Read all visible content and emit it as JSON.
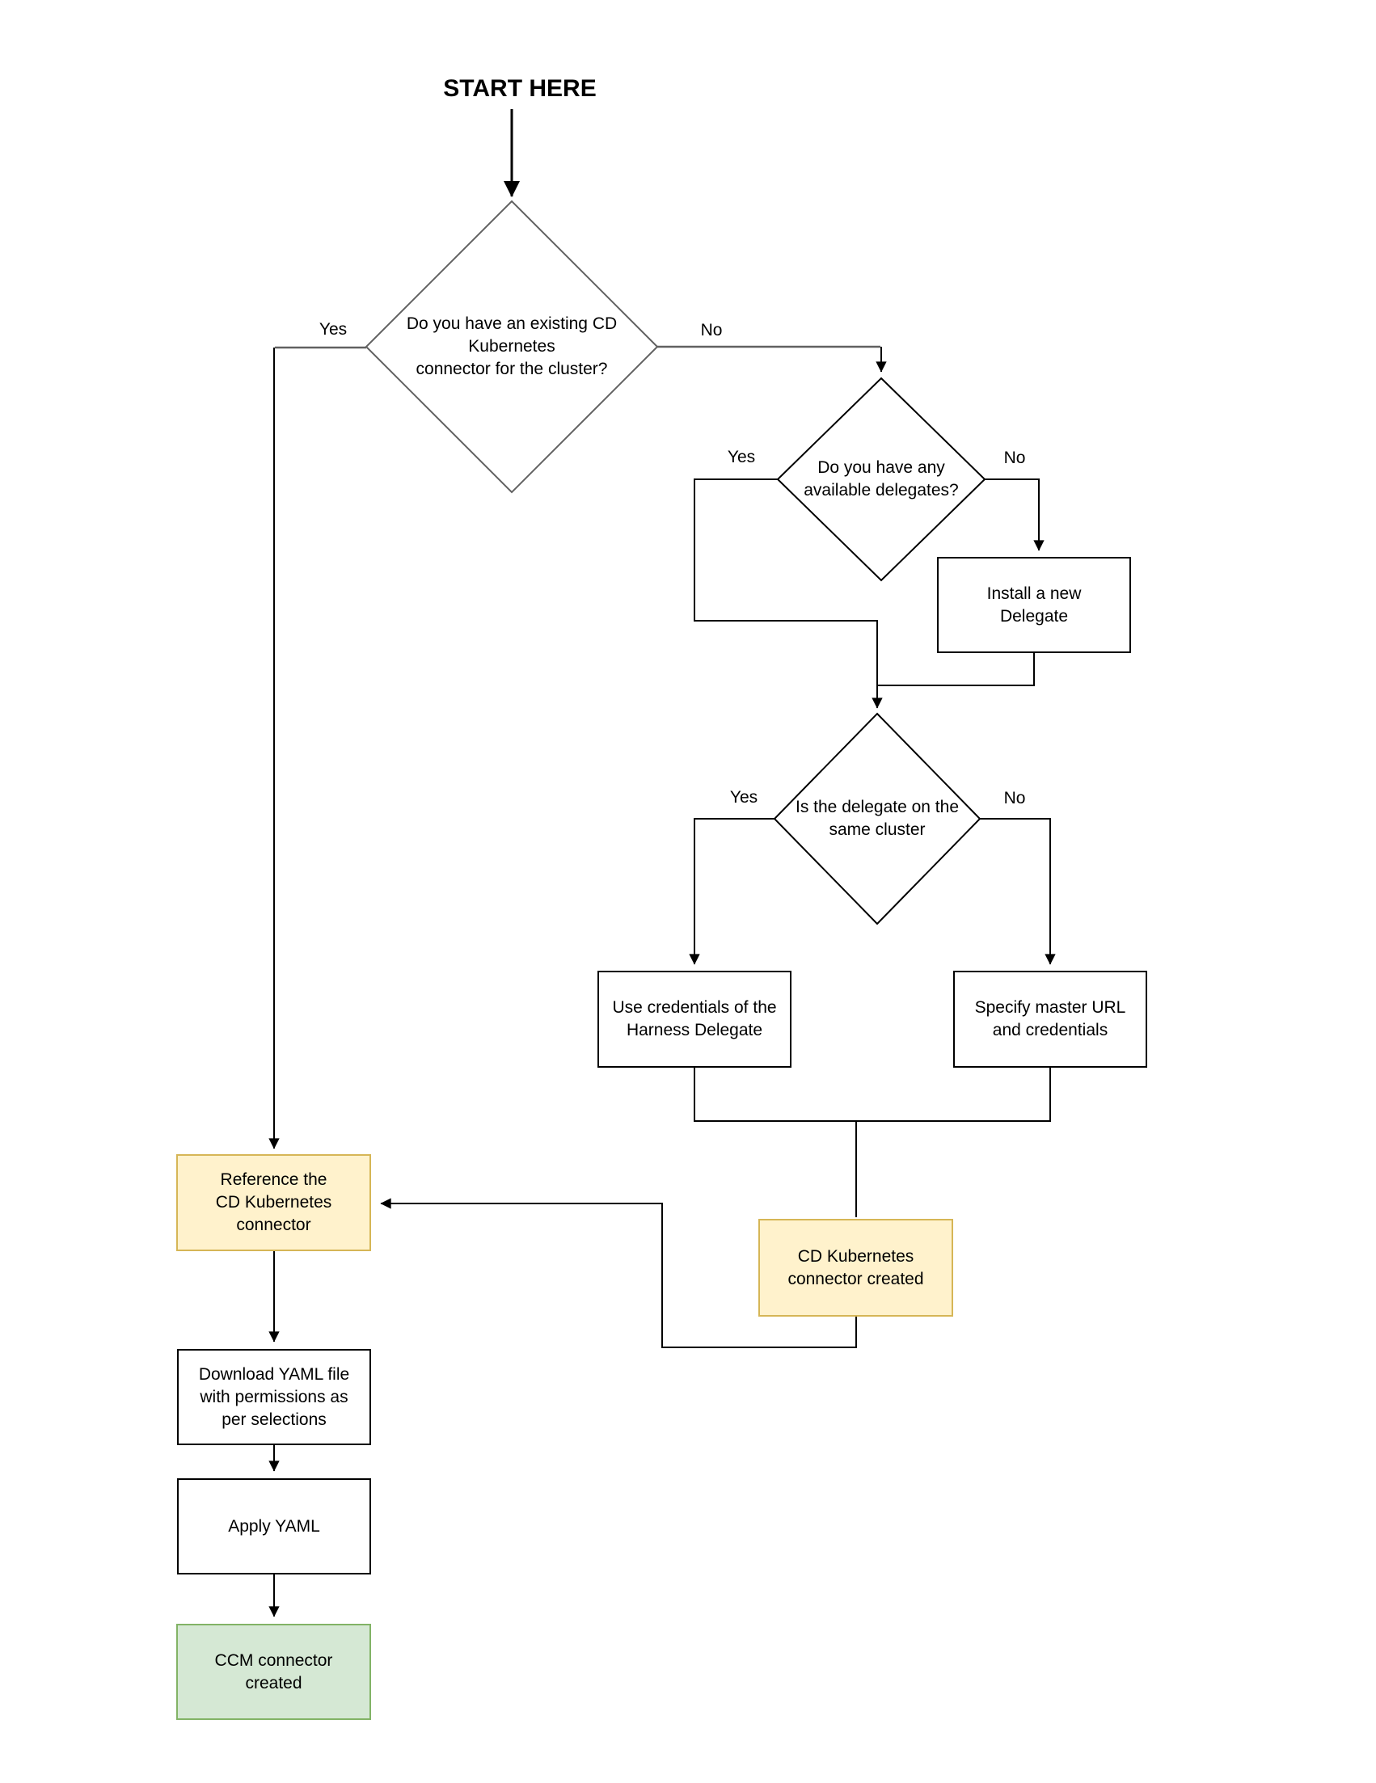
{
  "title": "START HERE",
  "decisions": {
    "existing_connector": {
      "text": "Do you have an existing CD\nKubernetes\nconnector for the cluster?"
    },
    "available_delegates": {
      "text": "Do you have any\navailable delegates?"
    },
    "delegate_same_cluster": {
      "text": "Is the delegate on the\nsame cluster"
    }
  },
  "steps": {
    "install_delegate": {
      "text": "Install a new\nDelegate"
    },
    "use_credentials": {
      "text": "Use credentials of the\nHarness Delegate"
    },
    "specify_master_url": {
      "text": "Specify master URL\nand credentials"
    },
    "cd_connector_created": {
      "text": "CD Kubernetes\nconnector created"
    },
    "reference_connector": {
      "text": "Reference the\nCD Kubernetes\nconnector"
    },
    "download_yaml": {
      "text": "Download YAML file\nwith permissions as\nper selections"
    },
    "apply_yaml": {
      "text": "Apply YAML"
    },
    "ccm_connector_created": {
      "text": "CCM connector\ncreated"
    }
  },
  "edge_labels": {
    "existing_yes": "Yes",
    "existing_no": "No",
    "delegates_yes": "Yes",
    "delegates_no": "No",
    "same_cluster_yes": "Yes",
    "same_cluster_no": "No"
  },
  "colors": {
    "line_black": "#000000",
    "line_gray": "#616161",
    "box_white_fill": "#FFFFFF",
    "terminator_yellow_fill": "#FFF2CC",
    "terminator_yellow_border": "#D6B656",
    "terminator_green_fill": "#D5E8D4",
    "terminator_green_border": "#82B366"
  }
}
